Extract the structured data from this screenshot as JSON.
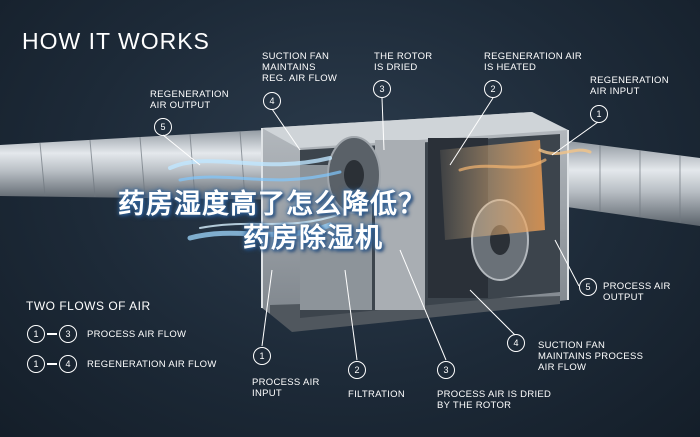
{
  "title": "HOW IT WORKS",
  "overlay": {
    "line1": "药房湿度高了怎么降低？",
    "line2": "药房除湿机"
  },
  "top_labels": [
    {
      "num": "4",
      "text": "SUCTION FAN\nMAINTAINS\nREG. AIR FLOW"
    },
    {
      "num": "3",
      "text": "THE ROTOR\nIS DRIED"
    },
    {
      "num": "2",
      "text": "REGENERATION AIR\nIS HEATED"
    },
    {
      "num": "1",
      "text": "REGENERATION\nAIR INPUT"
    },
    {
      "num": "5",
      "text": "REGENERATION\nAIR OUTPUT"
    }
  ],
  "bottom_labels": [
    {
      "num": "1",
      "text": "PROCESS AIR\nINPUT"
    },
    {
      "num": "2",
      "text": "FILTRATION"
    },
    {
      "num": "3",
      "text": "PROCESS AIR IS DRIED\nBY THE ROTOR"
    },
    {
      "num": "4",
      "text": "SUCTION FAN\nMAINTAINS PROCESS\nAIR FLOW"
    },
    {
      "num": "5",
      "text": "PROCESS AIR\nOUTPUT"
    }
  ],
  "legend": {
    "title": "TWO FLOWS OF AIR",
    "rows": [
      {
        "from": "1",
        "to": "3",
        "label": "PROCESS AIR FLOW"
      },
      {
        "from": "1",
        "to": "4",
        "label": "REGENERATION AIR FLOW"
      }
    ]
  },
  "colors": {
    "background": "#1d2a38",
    "text": "#ffffff",
    "overlay_glow": "#3a6da3",
    "heated_air": "#e8a05a"
  }
}
